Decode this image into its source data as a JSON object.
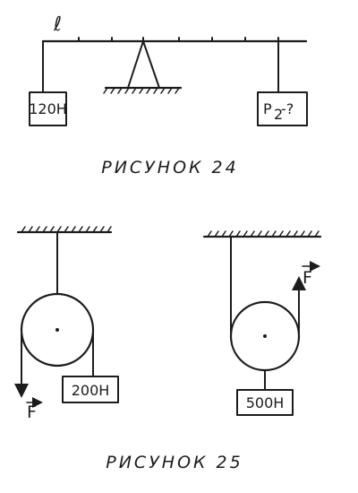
{
  "figure24": {
    "lever_length_label": "ℓ",
    "left_weight": "120H",
    "right_weight_symbol": "P",
    "right_weight_subscript": "2",
    "right_weight_question": "-?",
    "caption": "РИСУНОК 24"
  },
  "figure25": {
    "left_force_label": "F",
    "left_weight": "200H",
    "right_force_label": "F",
    "right_weight": "500H",
    "caption": "РИСУНОК 25"
  }
}
